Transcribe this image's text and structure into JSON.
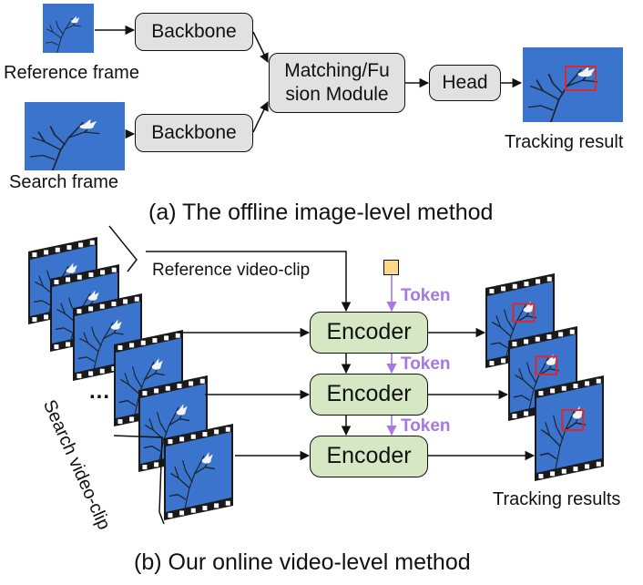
{
  "colors": {
    "sky": "#3a74cc",
    "backbone_fill": "#e1e1e1",
    "encoder_fill": "#d6e7c4",
    "token_color": "#a777e2",
    "token_square": "#fbd88b",
    "bbox": "#e0262d"
  },
  "top": {
    "reference_label": "Reference frame",
    "search_label": "Search frame",
    "backbone1": "Backbone",
    "backbone2": "Backbone",
    "matching_line1": "Matching/Fu",
    "matching_line2": "sion Module",
    "head": "Head",
    "tracking_label": "Tracking result",
    "caption": "(a) The offline image-level method"
  },
  "bottom": {
    "reference_clip_label": "Reference video-clip",
    "search_clip_label": "Search video-clip",
    "ellipsis": "...",
    "encoders": [
      "Encoder",
      "Encoder",
      "Encoder"
    ],
    "tokens": [
      "Token",
      "Token",
      "Token"
    ],
    "tracking_label": "Tracking results",
    "caption": "(b) Our online video-level method"
  }
}
